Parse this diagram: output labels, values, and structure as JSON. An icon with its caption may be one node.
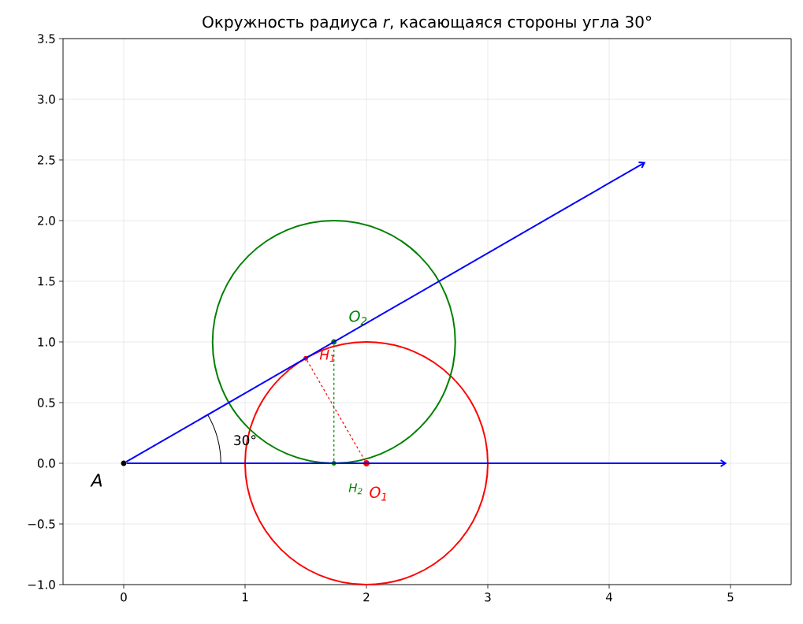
{
  "diagram": {
    "title": "Окружность радиуса *r*, касающаяся стороны угла 30°",
    "nodes": [
      {
        "text": [],
        "shape": "circle",
        "beside": [
          "A"
        ]
      },
      {
        "text": [],
        "shape": "circle",
        "beside": [
          "*H*$_{1}$"
        ]
      },
      {
        "text": [],
        "shape": "circle",
        "beside": [
          "*O*$_{2}$"
        ]
      },
      {
        "text": [],
        "shape": "circle",
        "beside": [
          "*H*$_{2}$"
        ]
      },
      {
        "text": [],
        "shape": "circle",
        "beside": [
          "*O*$_{1}$"
        ]
      }
    ],
    "edges": [
      {
        "from": 0,
        "to": null,
        "arrow": "to",
        "color": "#0000ff"
      },
      {
        "from": 0,
        "to": null,
        "arrow": "to",
        "color": "#0000ff"
      },
      {
        "from": 1,
        "to": 4,
        "arrow": "none",
        "style": "dashed",
        "color": "#ff0000"
      },
      {
        "from": 2,
        "to": 3,
        "arrow": "none",
        "style": "dashed",
        "color": "#008000"
      }
    ],
    "labels": [
      "30°",
      "3.5",
      "3.0",
      "2.5",
      "2.0",
      "1.5",
      "1.0",
      "0.5",
      "0.0",
      "−0.5",
      "−1.0",
      "0",
      "1",
      "2",
      "3",
      "4",
      "5"
    ]
  }
}
